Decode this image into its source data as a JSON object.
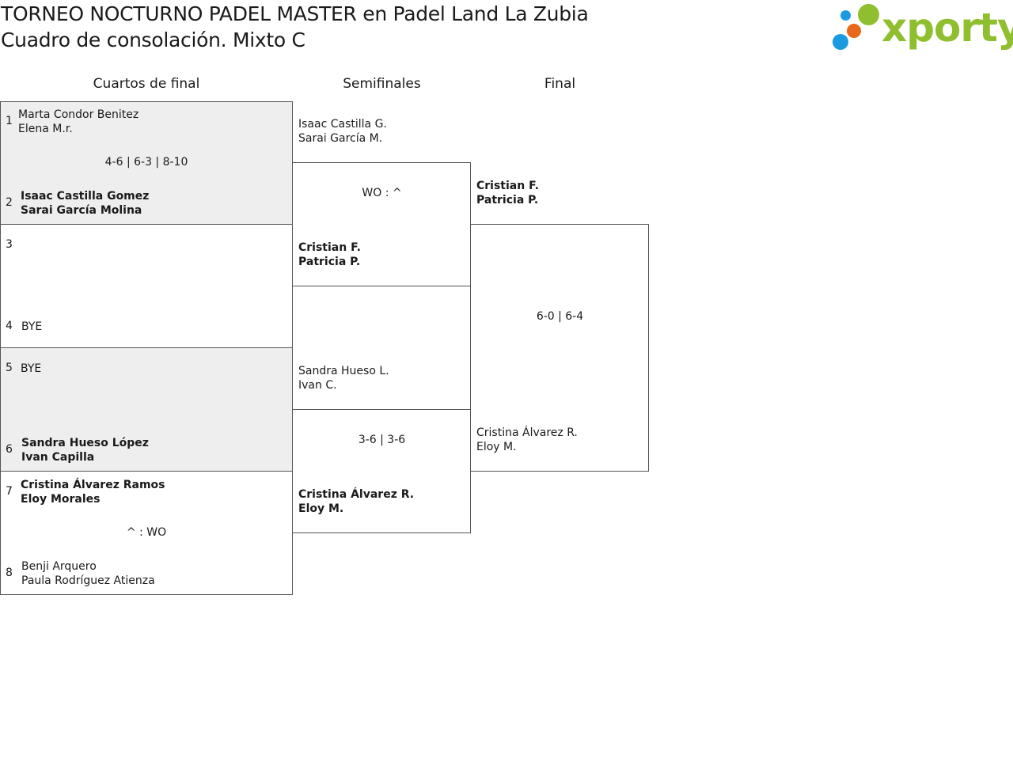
{
  "header": {
    "title": "TORNEO NOCTURNO PADEL MASTER en Padel Land La Zubia",
    "subtitle": "Cuadro de consolación. Mixto C"
  },
  "logo": {
    "text": "xporty",
    "colors": {
      "green": "#8fbf2f",
      "blue": "#1a9be0",
      "orange": "#e8691c"
    }
  },
  "rounds": [
    "Cuartos de final",
    "Semifinales",
    "Final"
  ],
  "quarterfinals": [
    {
      "seed": "1",
      "names": [
        "Marta Condor Benitez",
        "Elena M.r."
      ],
      "winner": false
    },
    {
      "seed": "2",
      "names": [
        "Isaac Castilla Gomez",
        "Sarai García Molina"
      ],
      "winner": true
    },
    {
      "seed": "3",
      "names": [],
      "winner": false
    },
    {
      "seed": "4",
      "names": [
        "BYE"
      ],
      "winner": false
    },
    {
      "seed": "5",
      "names": [
        "BYE"
      ],
      "winner": false
    },
    {
      "seed": "6",
      "names": [
        "Sandra Hueso López",
        "Ivan Capilla"
      ],
      "winner": true
    },
    {
      "seed": "7",
      "names": [
        "Cristina Álvarez Ramos",
        "Eloy Morales"
      ],
      "winner": true
    },
    {
      "seed": "8",
      "names": [
        "Benji Arquero",
        "Paula Rodríguez Atienza"
      ],
      "winner": false
    }
  ],
  "quarter_scores": [
    "4-6 | 6-3 | 8-10",
    "",
    "",
    "^ : WO"
  ],
  "semifinals": [
    {
      "names": [
        "Isaac Castilla G.",
        "Sarai García M."
      ],
      "winner": false
    },
    {
      "names": [
        "Cristian F.",
        "Patricia P."
      ],
      "winner": true
    },
    {
      "names": [
        "Sandra Hueso L.",
        "Ivan C."
      ],
      "winner": false
    },
    {
      "names": [
        "Cristina Álvarez R.",
        "Eloy M."
      ],
      "winner": true
    }
  ],
  "semi_scores": [
    "WO : ^",
    "3-6 | 3-6"
  ],
  "final": [
    {
      "names": [
        "Cristian F.",
        "Patricia P."
      ],
      "winner": true
    },
    {
      "names": [
        "Cristina Álvarez R.",
        "Eloy M."
      ],
      "winner": false
    }
  ],
  "final_score": "6-0 | 6-4"
}
